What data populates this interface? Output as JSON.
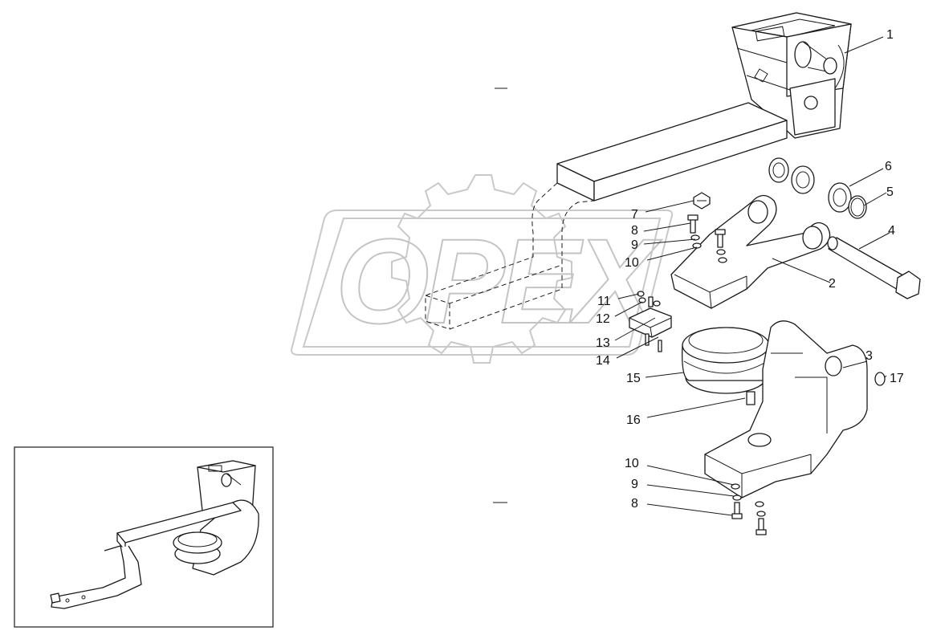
{
  "watermark": {
    "text": "OPEX",
    "color": "#c4c4c4"
  },
  "callouts": [
    {
      "id": "c1",
      "label": "1"
    },
    {
      "id": "c2",
      "label": "2"
    },
    {
      "id": "c3",
      "label": "3"
    },
    {
      "id": "c4",
      "label": "4"
    },
    {
      "id": "c5",
      "label": "5"
    },
    {
      "id": "c6",
      "label": "6"
    },
    {
      "id": "c7",
      "label": "7"
    },
    {
      "id": "c8a",
      "label": "8"
    },
    {
      "id": "c9a",
      "label": "9"
    },
    {
      "id": "c10a",
      "label": "10"
    },
    {
      "id": "c11",
      "label": "11"
    },
    {
      "id": "c12",
      "label": "12"
    },
    {
      "id": "c13",
      "label": "13"
    },
    {
      "id": "c14",
      "label": "14"
    },
    {
      "id": "c15",
      "label": "15"
    },
    {
      "id": "c16",
      "label": "16"
    },
    {
      "id": "c17",
      "label": "17"
    },
    {
      "id": "c10b",
      "label": "10"
    },
    {
      "id": "c9b",
      "label": "9"
    },
    {
      "id": "c8b",
      "label": "8"
    }
  ]
}
